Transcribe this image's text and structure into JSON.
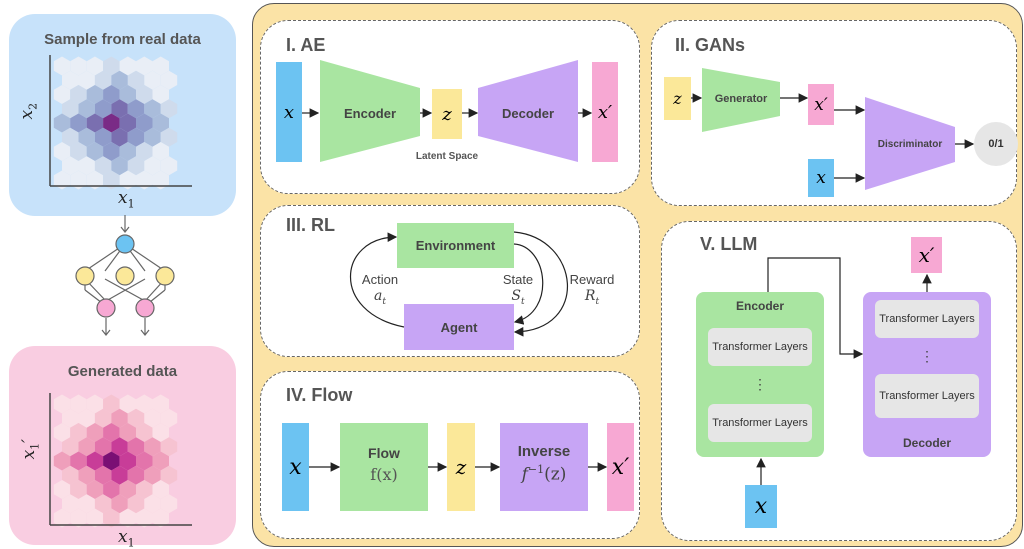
{
  "left": {
    "real_title": "Sample from real data",
    "gen_title": "Generated data",
    "real_xlabel": "x",
    "real_xsub": "1",
    "real_ylabel": "x",
    "real_ysub": "2",
    "gen_xlabel": "x",
    "gen_xsub": "1",
    "gen_ylabel": "x",
    "gen_ysub": "1",
    "prime": "′"
  },
  "ae": {
    "title": "I. AE",
    "x": "x",
    "encoder": "Encoder",
    "z": "z",
    "decoder": "Decoder",
    "xprime": "x′",
    "latent": "Latent Space"
  },
  "gans": {
    "title": "II. GANs",
    "z": "z",
    "generator": "Generator",
    "xprime": "x′",
    "x": "x",
    "discriminator": "Discriminator",
    "output": "0/1"
  },
  "rl": {
    "title": "III. RL",
    "environment": "Environment",
    "agent": "Agent",
    "action": "Action",
    "action_sym": "a",
    "action_sub": "t",
    "state": "State",
    "state_sym": "S",
    "state_sub": "t",
    "reward": "Reward",
    "reward_sym": "R",
    "reward_sub": "t"
  },
  "flow": {
    "title": "IV. Flow",
    "x": "x",
    "flow": "Flow",
    "flow_fn": "f(x)",
    "z": "z",
    "inverse": "Inverse",
    "inverse_fn_a": "f",
    "inverse_fn_sup": "−1",
    "inverse_fn_b": "(z)",
    "xprime": "x′"
  },
  "llm": {
    "title": "V. LLM",
    "encoder": "Encoder",
    "decoder": "Decoder",
    "transformer": "Transformer Layers",
    "dots": "⋮",
    "x": "x",
    "xprime": "x′"
  },
  "colors": {
    "blue": "#6cc3f2",
    "green": "#a9e5a1",
    "yellow": "#fbe899",
    "purple": "#c7a5f5",
    "pink": "#f7a8d3",
    "panel_bg": "#fbe3a6",
    "left_blue": "#c7e2fa",
    "left_pink": "#f9cde1"
  }
}
